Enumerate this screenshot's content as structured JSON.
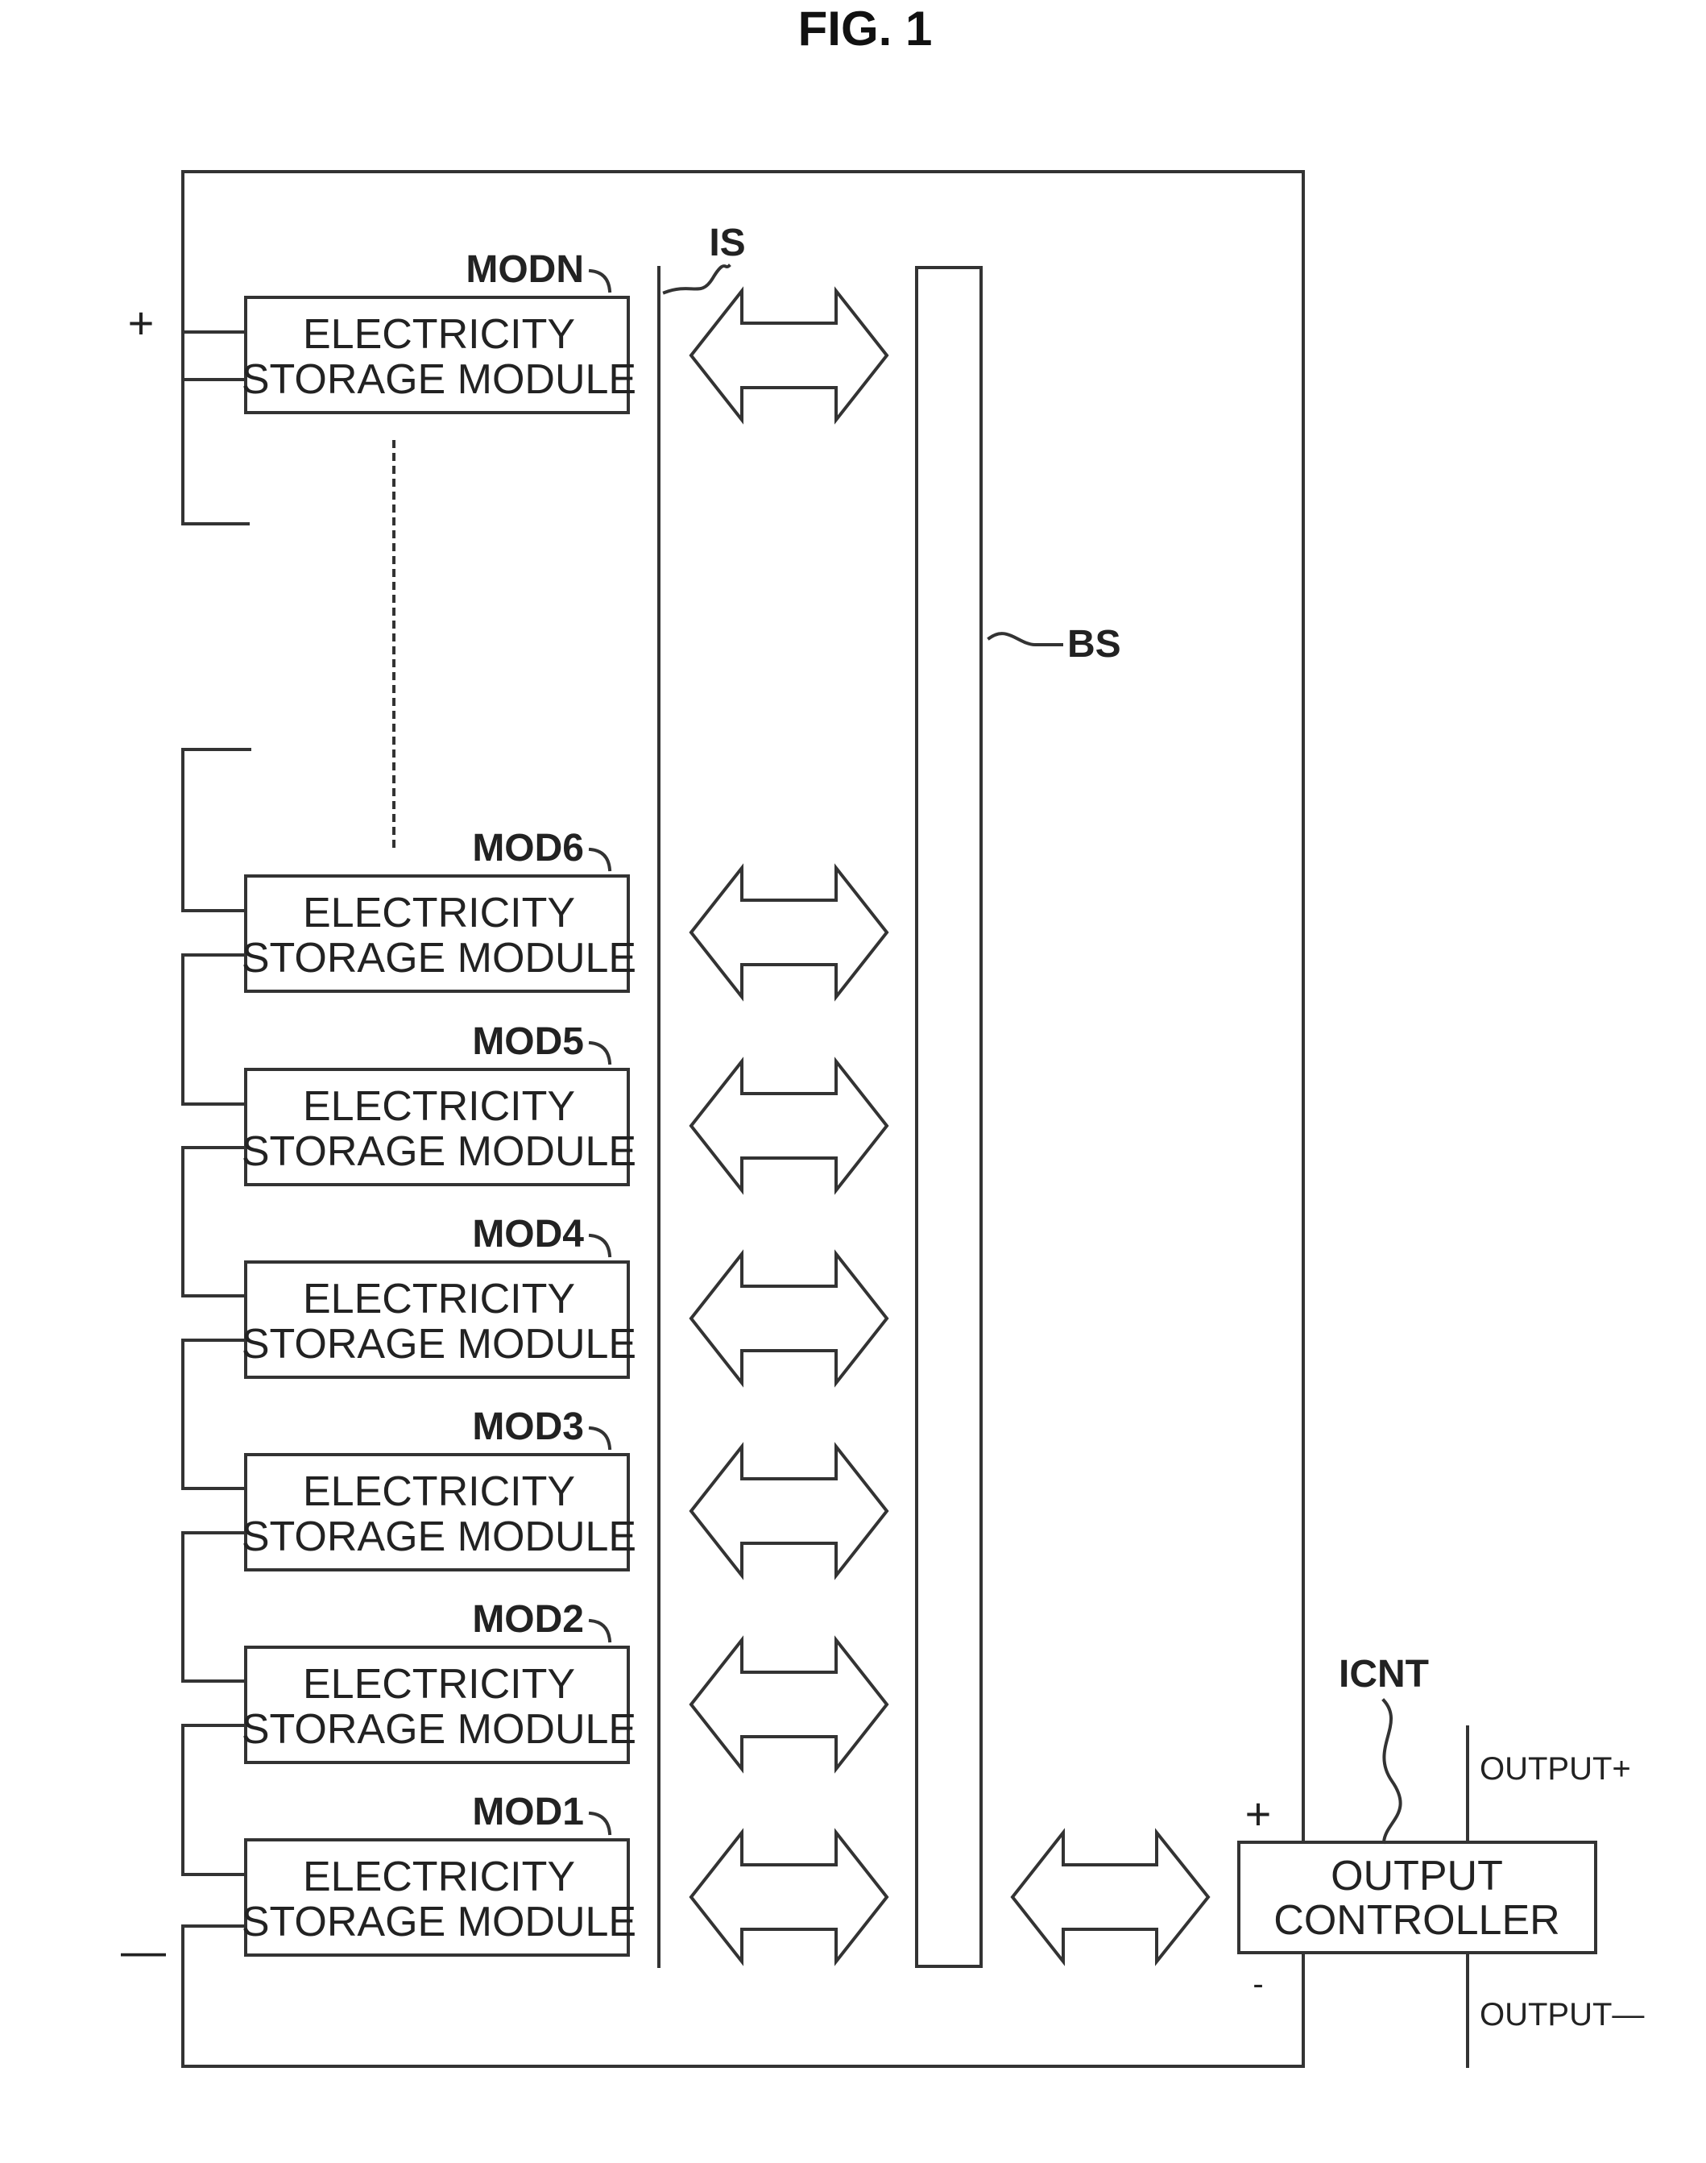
{
  "figure": {
    "title": "FIG. 1",
    "plus_sign": "+",
    "minus_sign": "—",
    "minus_small": "-"
  },
  "modules": [
    {
      "label": "MODN",
      "line1": "ELECTRICITY",
      "line2": "STORAGE MODULE"
    },
    {
      "label": "MOD6",
      "line1": "ELECTRICITY",
      "line2": "STORAGE MODULE"
    },
    {
      "label": "MOD5",
      "line1": "ELECTRICITY",
      "line2": "STORAGE MODULE"
    },
    {
      "label": "MOD4",
      "line1": "ELECTRICITY",
      "line2": "STORAGE MODULE"
    },
    {
      "label": "MOD3",
      "line1": "ELECTRICITY",
      "line2": "STORAGE MODULE"
    },
    {
      "label": "MOD2",
      "line1": "ELECTRICITY",
      "line2": "STORAGE MODULE"
    },
    {
      "label": "MOD1",
      "line1": "ELECTRICITY",
      "line2": "STORAGE MODULE"
    }
  ],
  "labels": {
    "is": "IS",
    "bs": "BS",
    "icnt": "ICNT"
  },
  "controller": {
    "line1": "OUTPUT",
    "line2": "CONTROLLER",
    "output_plus": "OUTPUT+",
    "output_minus": "OUTPUT—"
  }
}
